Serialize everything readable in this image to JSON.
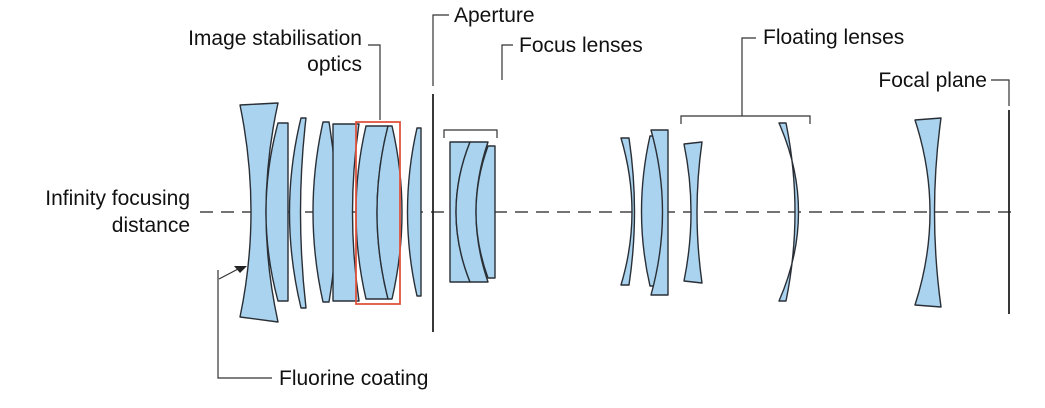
{
  "labels": {
    "aperture": "Aperture",
    "image_stabilisation_line1": "Image stabilisation",
    "image_stabilisation_line2": "optics",
    "focus_lenses": "Focus lenses",
    "floating_lenses": "Floating lenses",
    "focal_plane": "Focal plane",
    "infinity_line1": "Infinity focusing",
    "infinity_line2": "distance",
    "fluorine_coating": "Fluorine coating"
  },
  "colors": {
    "lens_fill": "#a9d3ee",
    "lens_stroke": "#2a2f36",
    "highlight_box": "#e0533e",
    "text": "#111111"
  }
}
